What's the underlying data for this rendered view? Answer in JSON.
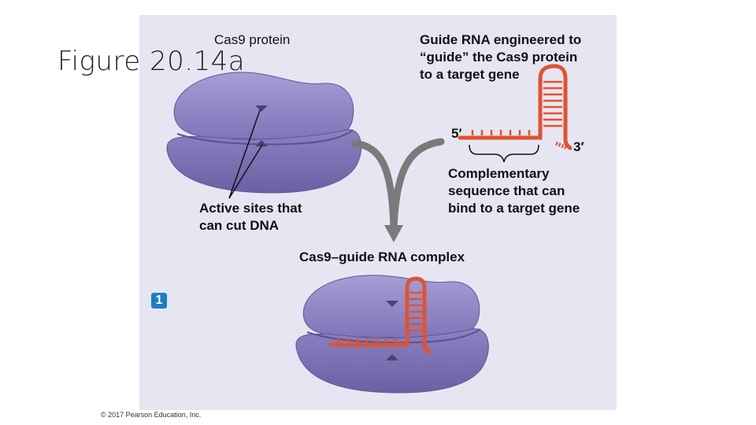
{
  "slide": {
    "title": "Figure 20.14a",
    "copyright": "© 2017 Pearson Education, Inc."
  },
  "labels": {
    "cas9_protein": "Cas9 protein",
    "guide_rna_line1": "Guide RNA engineered to",
    "guide_rna_line2": "“guide” the Cas9 protein",
    "guide_rna_line3": "to a target gene",
    "five_prime": "5′",
    "three_prime": "3′",
    "complementary_line1": "Complementary",
    "complementary_line2": "sequence that can",
    "complementary_line3": "bind to a target gene",
    "active_sites_line1": "Active sites that",
    "active_sites_line2": "can cut DNA",
    "complex": "Cas9–guide RNA complex",
    "step_number": "1"
  },
  "colors": {
    "panel": "#e6e6f3",
    "protein": "#8f86c4",
    "protein_dark": "#6f66a8",
    "rna": "#e2532c",
    "step_badge": "#1d7fc0"
  }
}
